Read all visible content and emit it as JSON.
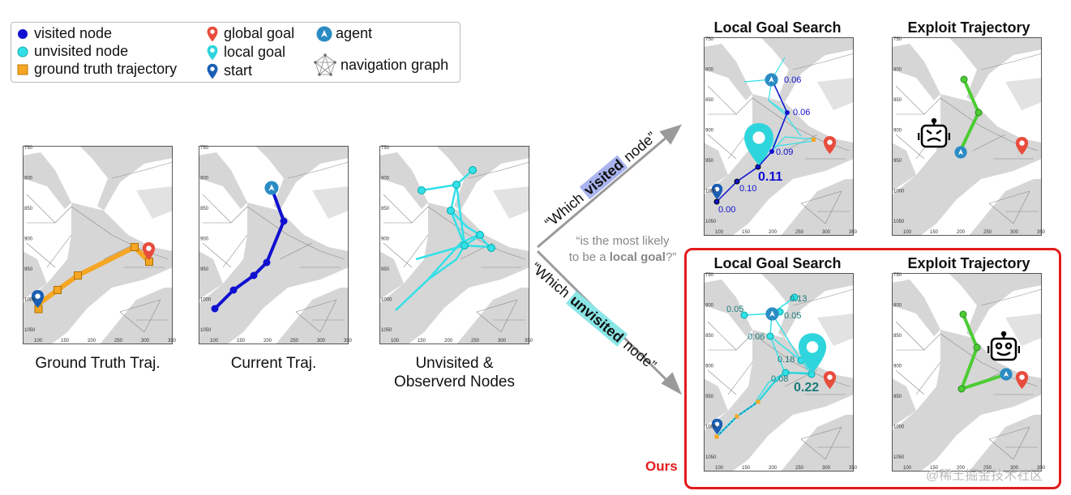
{
  "legend": {
    "visited_node": "visited node",
    "unvisited_node": "unvisited node",
    "ground_truth_trajectory": "ground truth trajectory",
    "global_goal": "global goal",
    "local_goal": "local goal",
    "start": "start",
    "agent": "agent",
    "navigation_graph": "navigation graph"
  },
  "colors": {
    "visited": "#1010d0",
    "unvisited": "#33e0e8",
    "ground_truth": "#f5a623",
    "global_goal": "#e84c3d",
    "local_goal": "#2fd5dc",
    "start": "#1a5fb4",
    "agent": "#2b8cc4",
    "exploit": "#4ccc33",
    "ours": "#e31b1b",
    "map": "#d6d6d6"
  },
  "axes": {
    "y_ticks": [
      "750",
      "800",
      "850",
      "900",
      "950",
      "1000",
      "1050"
    ],
    "x_ticks": [
      "100",
      "150",
      "200",
      "250",
      "300",
      "350"
    ]
  },
  "panels": {
    "ground_truth": {
      "caption": "Ground Truth Traj."
    },
    "current": {
      "caption": "Current Traj."
    },
    "unvisited": {
      "caption_line1": "Unvisited &",
      "caption_line2": "Observerd Nodes"
    }
  },
  "branches": {
    "visited_open": "“Which ",
    "visited_word": "visited",
    "visited_close": " node”",
    "unvisited_open": "“Which ",
    "unvisited_word": "unvisited",
    "unvisited_close": " node”",
    "question_line1": "“is the most likely",
    "question_line2_pre": "to be a ",
    "question_line2_bold": "local goal",
    "question_line2_post": "?”"
  },
  "top_row": {
    "local_title": "Local Goal Search",
    "exploit_title": "Exploit Trajectory",
    "probs": [
      "0.06",
      "0.06",
      "0.09",
      "0.11",
      "0.10",
      "0.00"
    ]
  },
  "bottom_row": {
    "local_title": "Local Goal Search",
    "exploit_title": "Exploit Trajectory",
    "probs": [
      "0.13",
      "0.05",
      "0.05",
      "0.06",
      "0.18",
      "0.08",
      "0.22"
    ]
  },
  "ours_label": "Ours",
  "watermark": "@稀土掘金技术社区"
}
